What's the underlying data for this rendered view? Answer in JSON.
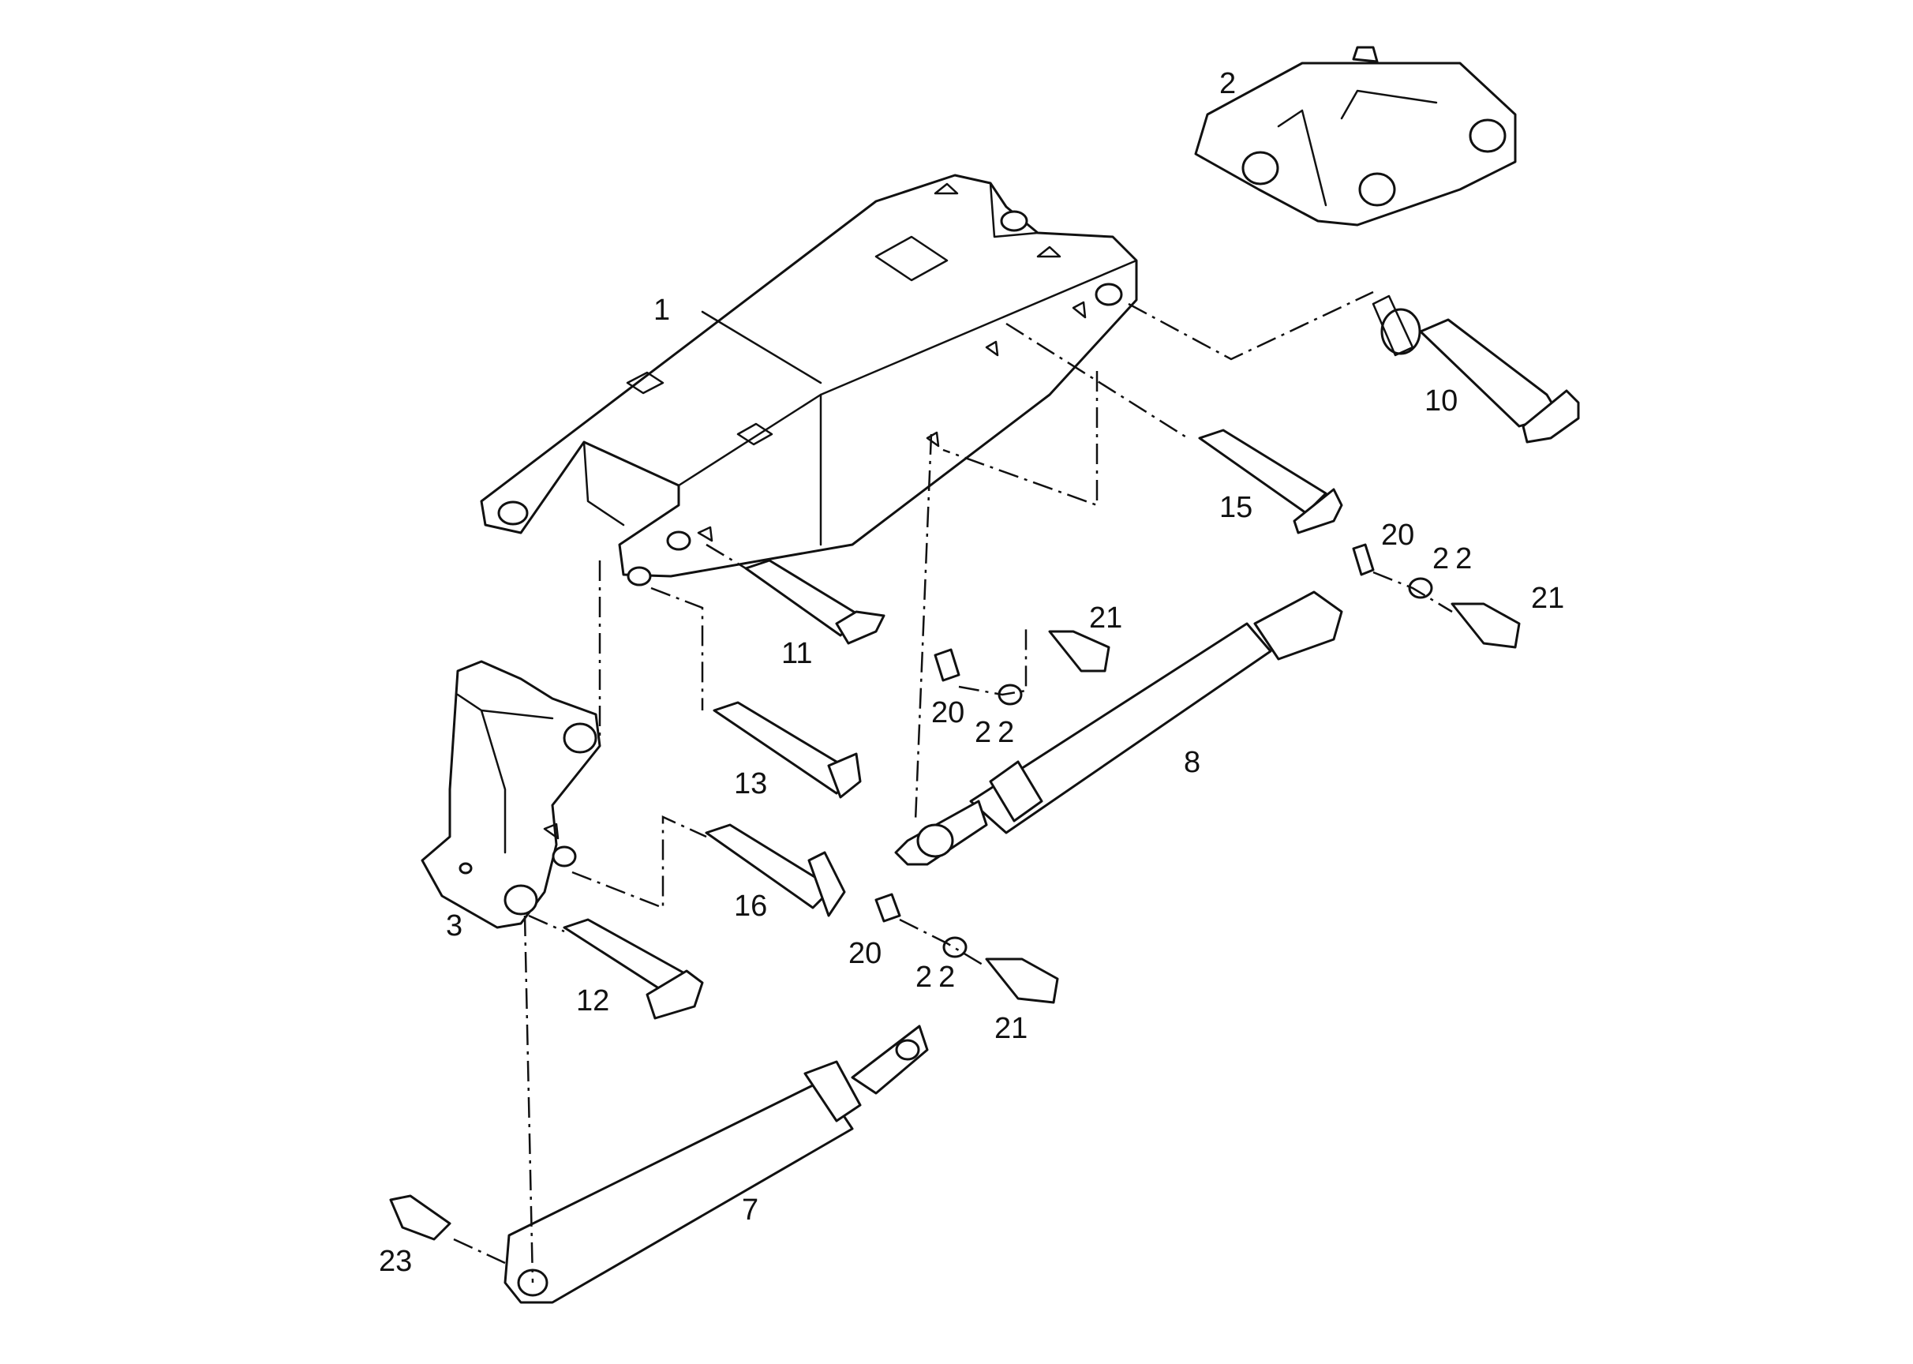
{
  "diagram": {
    "type": "exploded-parts-view",
    "callouts": [
      {
        "id": "c1",
        "text": "1"
      },
      {
        "id": "c2",
        "text": "2"
      },
      {
        "id": "c3",
        "text": "3"
      },
      {
        "id": "c7",
        "text": "7"
      },
      {
        "id": "c8",
        "text": "8"
      },
      {
        "id": "c10",
        "text": "10"
      },
      {
        "id": "c11",
        "text": "11"
      },
      {
        "id": "c12",
        "text": "12"
      },
      {
        "id": "c13",
        "text": "13"
      },
      {
        "id": "c15",
        "text": "15"
      },
      {
        "id": "c16",
        "text": "16"
      },
      {
        "id": "c20a",
        "text": "20"
      },
      {
        "id": "c20b",
        "text": "20"
      },
      {
        "id": "c20c",
        "text": "20"
      },
      {
        "id": "c21a",
        "text": "21"
      },
      {
        "id": "c21b",
        "text": "21"
      },
      {
        "id": "c21c",
        "text": "21"
      },
      {
        "id": "c22a",
        "text": "22"
      },
      {
        "id": "c22b",
        "text": "22"
      },
      {
        "id": "c22c",
        "text": "22"
      },
      {
        "id": "c23",
        "text": "23"
      }
    ]
  }
}
